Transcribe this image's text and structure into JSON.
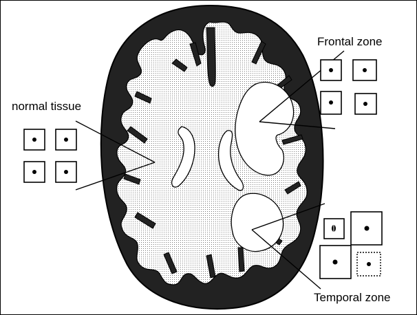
{
  "labels": {
    "frontal": "Frontal zone",
    "normal": "normal tissue",
    "temporal": "Temporal zone"
  },
  "colors": {
    "outline": "#000000",
    "skull": "#222222",
    "tissue_dots": "#555555",
    "lesion": "#ffffff"
  }
}
